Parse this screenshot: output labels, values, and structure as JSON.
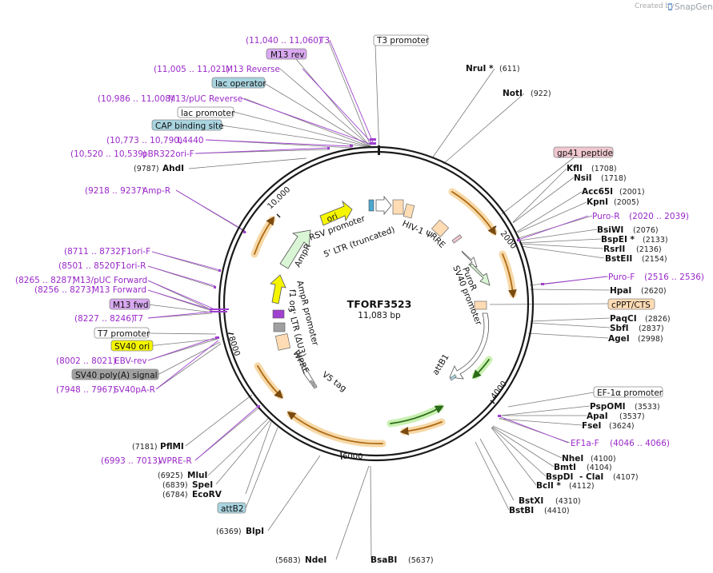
{
  "header": {
    "credit": "Created by",
    "brand": "SnapGene"
  },
  "map": {
    "name": "TFORF3523",
    "size": "11,083 bp"
  },
  "ticks": [
    "10,000",
    "2000",
    "4000",
    "6000",
    "8000"
  ],
  "boxed_features": {
    "t3_promoter": "T3 promoter",
    "m13_rev": "M13 rev",
    "lac_operator": "lac operator",
    "lac_promoter": "lac promoter",
    "cap_site": "CAP binding site",
    "gp41": "gp41 peptide",
    "cppt": "cPPT/CTS",
    "ef1a_promoter": "EF-1α promoter",
    "m13_fwd": "M13 fwd",
    "t7_promoter": "T7 promoter",
    "sv40_ori": "SV40 ori",
    "sv40_polya": "SV40 poly(A) signal",
    "attb2": "attB2"
  },
  "primers": {
    "t3": {
      "pos": "(11,040 .. 11,060)",
      "name": "T3"
    },
    "m13_reverse": {
      "pos": "(11,005 .. 11,021)",
      "name": "M13 Reverse"
    },
    "m13puc_rev": {
      "pos": "(10,986 .. 11,008)",
      "name": "M13/pUC Reverse"
    },
    "l4440": {
      "pos": "(10,773 .. 10,790)",
      "name": "L4440"
    },
    "pbr322": {
      "pos": "(10,520 .. 10,539)",
      "name": "pBR322ori-F"
    },
    "ampr": {
      "pos": "(9218 .. 9237)",
      "name": "Amp-R"
    },
    "f1ori_f": {
      "pos": "(8711 .. 8732)",
      "name": "F1ori-F"
    },
    "f1ori_r": {
      "pos": "(8501 .. 8520)",
      "name": "F1ori-R"
    },
    "m13puc_fwd": {
      "pos": "(8265 .. 8287)",
      "name": "M13/pUC Forward"
    },
    "m13_forward": {
      "pos": "(8256 .. 8273)",
      "name": "M13 Forward"
    },
    "t7": {
      "pos": "(8227 .. 8246)",
      "name": "T7"
    },
    "ebv_rev": {
      "pos": "(8002 .. 8021)",
      "name": "EBV-rev"
    },
    "sv40pa_r": {
      "pos": "(7948 .. 7967)",
      "name": "SV40pA-R"
    },
    "wpre_r": {
      "pos": "(6993 .. 7013)",
      "name": "WPRE-R"
    },
    "puro_r": {
      "name": "Puro-R",
      "pos": "(2020 .. 2039)"
    },
    "puro_f": {
      "name": "Puro-F",
      "pos": "(2516 .. 2536)"
    },
    "ef1a_f": {
      "name": "EF1a-F",
      "pos": "(4046 .. 4066)"
    }
  },
  "enzymes": {
    "ahdi": {
      "pos": "(9787)",
      "name": "AhdI"
    },
    "nrui": {
      "name": "NruI *",
      "pos": "(611)"
    },
    "noti": {
      "name": "NotI",
      "pos": "(922)"
    },
    "kfli": {
      "name": "KflI",
      "pos": "(1708)"
    },
    "nsii": {
      "name": "NsiI",
      "pos": "(1718)"
    },
    "acc65i": {
      "name": "Acc65I",
      "pos": "(2001)"
    },
    "kpni": {
      "name": "KpnI",
      "pos": "(2005)"
    },
    "bsiwi": {
      "name": "BsiWI",
      "pos": "(2076)"
    },
    "bspei": {
      "name": "BspEI *",
      "pos": "(2133)"
    },
    "rsrii": {
      "name": "RsrII",
      "pos": "(2136)"
    },
    "bsteii": {
      "name": "BstEII",
      "pos": "(2154)"
    },
    "hpai": {
      "name": "HpaI",
      "pos": "(2620)"
    },
    "paqci": {
      "name": "PaqCI",
      "pos": "(2826)"
    },
    "sbfi": {
      "name": "SbfI",
      "pos": "(2837)"
    },
    "agei": {
      "name": "AgeI",
      "pos": "(2998)"
    },
    "pspomi": {
      "name": "PspOMI",
      "pos": "(3533)"
    },
    "apai": {
      "name": "ApaI",
      "pos": "(3537)"
    },
    "fsei": {
      "name": "FseI",
      "pos": "(3624)"
    },
    "nhei": {
      "name": "NheI",
      "pos": "(4100)"
    },
    "bmti": {
      "name": "BmtI",
      "pos": "(4104)"
    },
    "bspdi": {
      "name": "BspDI",
      "pos": ""
    },
    "clai": {
      "name": "- ClaI",
      "pos": "(4107)"
    },
    "bcli": {
      "name": "BclI *",
      "pos": "(4112)"
    },
    "bstxi": {
      "name": "BstXI",
      "pos": "(4310)"
    },
    "bstbi": {
      "name": "BstBI",
      "pos": "(4410)"
    },
    "bsabi": {
      "name": "BsaBI",
      "pos": "(5637)"
    },
    "ndei": {
      "pos": "(5683)",
      "name": "NdeI"
    },
    "blpi": {
      "pos": "(6369)",
      "name": "BlpI"
    },
    "ecorv": {
      "pos": "(6784)",
      "name": "EcoRV"
    },
    "spei": {
      "pos": "(6839)",
      "name": "SpeI"
    },
    "mlui": {
      "pos": "(6925)",
      "name": "MluI"
    },
    "pflmi": {
      "pos": "(7181)",
      "name": "PflMI"
    }
  },
  "inner_labels": {
    "rsv_promoter": "RSV promoter",
    "ltr5": "5' LTR (truncated)",
    "ori": "ori",
    "ampr": "AmpR",
    "ampr_promoter": "AmpR promoter",
    "f1_ori": "f1 ori",
    "ltr3": "3' LTR (ΔU3)",
    "wpre": "WPRE",
    "v5_tag": "V5 tag",
    "hiv_psi": "HIV-1 Ψ",
    "rre": "RRE",
    "puror": "PuroR",
    "sv40_promoter": "SV40 promoter",
    "attb1": "attB1"
  },
  "colors": {
    "backbone": "#1a1a1a",
    "primer": "#9a28c8",
    "orf": "#e8a23c",
    "green": "#3c9a28",
    "yellow": "#f5f500",
    "light_green": "#c8f0c8",
    "peach": "#ffdcb4",
    "lavender": "#d8a8f0",
    "teal": "#a8d4e0",
    "pink": "#f0c8d0",
    "gray": "#a0a0a0"
  },
  "icons": {
    "snapgene_logo": "snapgene-logo-icon"
  }
}
